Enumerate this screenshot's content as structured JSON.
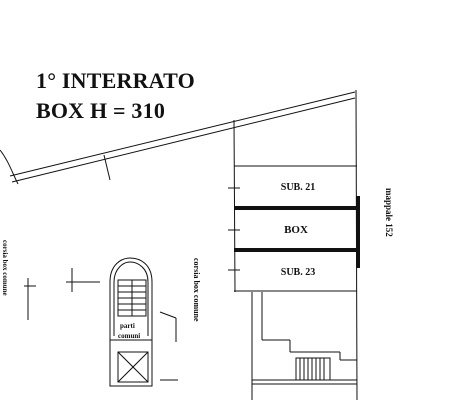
{
  "title": {
    "floor": "1° INTERRATO",
    "box_height": "BOX  H = 310"
  },
  "labels": {
    "sub21": "SUB. 21",
    "box": "BOX",
    "sub23": "SUB. 23",
    "mappale": "mappale 152",
    "corsia_left": "corsia box comune",
    "corsia_center": "corsia box comune",
    "parti_comuni_1": "parti",
    "parti_comuni_2": "comuni"
  },
  "colors": {
    "ink": "#111111",
    "background": "#ffffff"
  }
}
